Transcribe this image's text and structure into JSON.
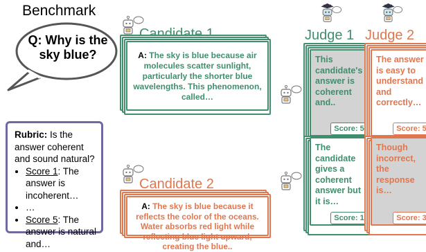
{
  "title": "Benchmark",
  "question": {
    "prefix": "Q:",
    "text": "Why is the sky blue?"
  },
  "rubric": {
    "label": "Rubric:",
    "text": "Is the answer coherent and sound natural?",
    "items": [
      {
        "score": "Score 1",
        "text": ": The answer is incoherent…"
      },
      {
        "score": "",
        "text": "…"
      },
      {
        "score": "Score 5",
        "text": ": The answer is natural and…"
      }
    ]
  },
  "candidates": [
    {
      "title": "Candidate 1",
      "prefix": "A:",
      "answer": "The sky is blue because air molecules scatter sunlight, particularly the shorter blue wavelengths. This phenomenon, called…"
    },
    {
      "title": "Candidate 2",
      "prefix": "A:",
      "answer": "The sky is blue because it reflects the color of the oceans. Water absorbs red light while reflecting blue light upward, creating the blue.."
    }
  ],
  "judges": [
    {
      "title": "Judge 1",
      "verdicts": [
        {
          "text": "This candidate's answer is coherent and..",
          "score": "Score: 5"
        },
        {
          "text": "The candidate gives a coherent answer but it is…",
          "score": "Score: 1"
        }
      ]
    },
    {
      "title": "Judge 2",
      "verdicts": [
        {
          "text": "The answer is easy to understand and correctly…",
          "score": "Score: 5"
        },
        {
          "text": "Though incorrect, the response is…",
          "score": "Score: 3"
        }
      ]
    }
  ],
  "colors": {
    "green": "#3f8e6c",
    "orange": "#e0774f",
    "gray": "#d3d3d3",
    "rubric_border": "#6e6a9e"
  }
}
